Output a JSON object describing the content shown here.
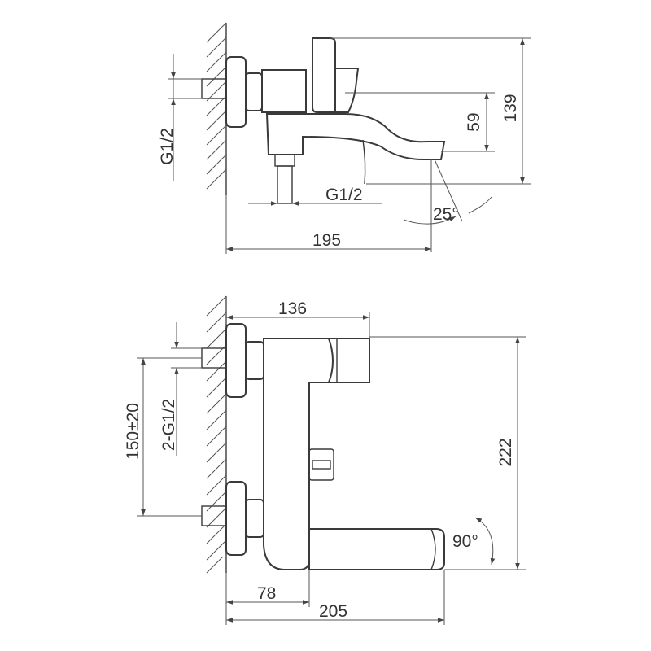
{
  "side_view": {
    "thread_left": "G1/2",
    "thread_bottom": "G1/2",
    "height_spout": "59",
    "height_total": "139",
    "spout_angle": "25°",
    "depth": "195"
  },
  "top_view": {
    "handle_width": "136",
    "centers": "150±20",
    "inlets": "2-G1/2",
    "length": "222",
    "swivel": "90°",
    "offset": "78",
    "depth": "205"
  },
  "colors": {
    "line": "#3a3a3a",
    "background": "#ffffff"
  }
}
